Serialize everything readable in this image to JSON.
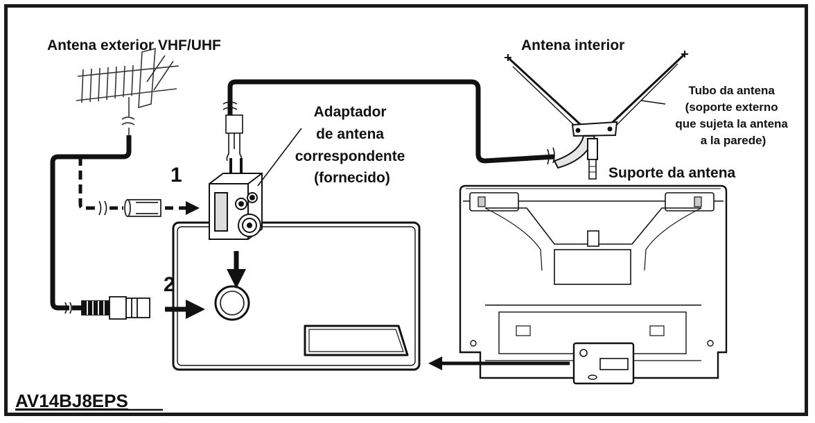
{
  "labels": {
    "outdoor_antenna": "Antena exterior VHF/UHF",
    "indoor_antenna": "Antena interior",
    "antenna_tube": [
      "Tubo da antena",
      "(soporte externo",
      "que sujeta la antena",
      "a la parede)"
    ],
    "adapter": [
      "Adaptador",
      "de antena",
      "correspondente",
      "(fornecido)"
    ],
    "antenna_support": "Suporte da antena",
    "step_1": "1",
    "step_2": "2",
    "model": "AV14BJ8EPS"
  },
  "colors": {
    "line": "#111111",
    "background": "#ffffff",
    "fill_light": "#e6e6e6"
  }
}
